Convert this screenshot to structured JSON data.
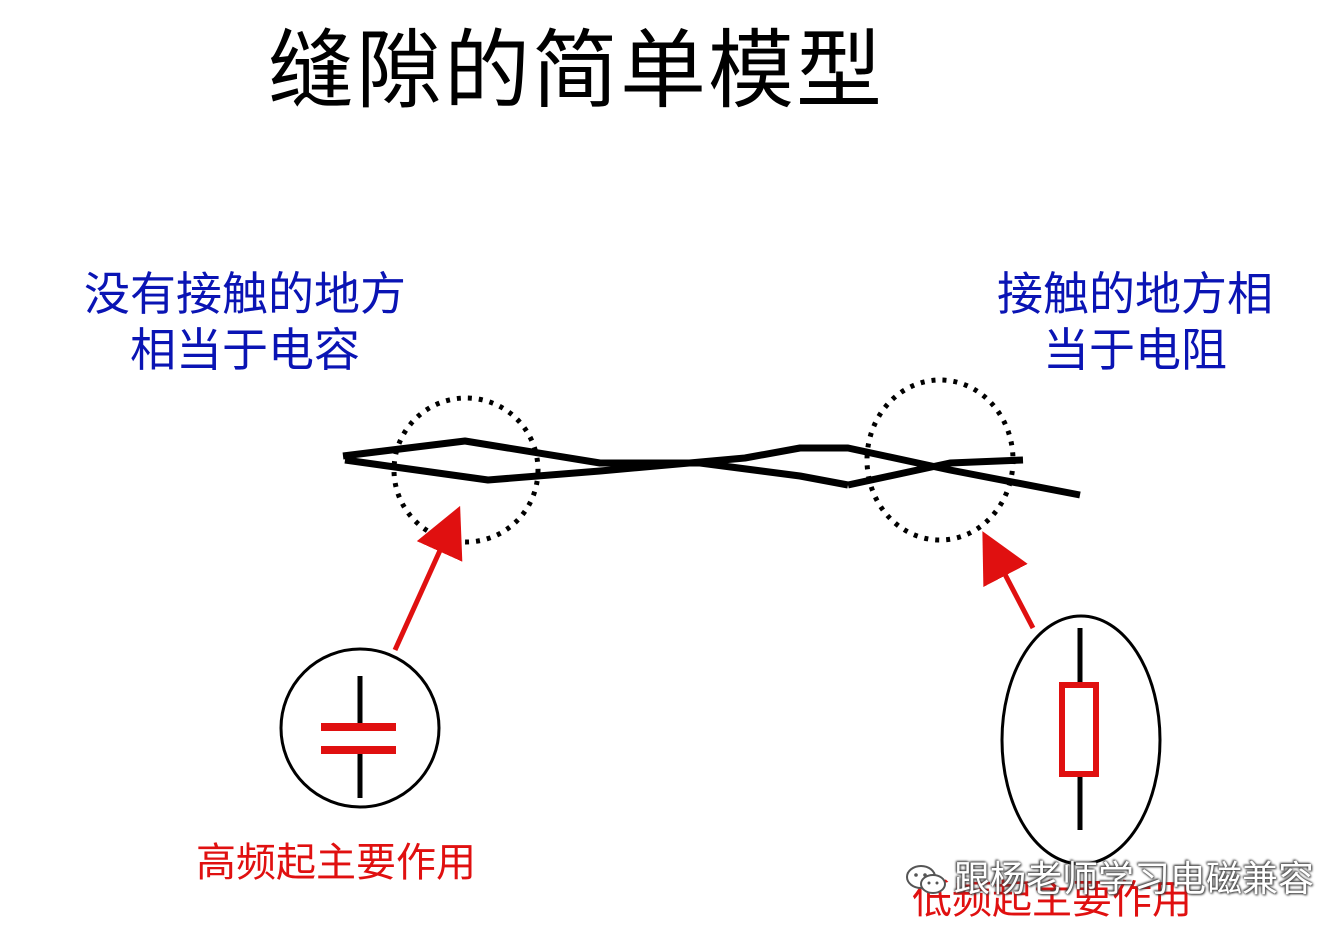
{
  "title": "缝隙的简单模型",
  "left_label": {
    "line1": "没有接触的地方",
    "line2": "相当于电容"
  },
  "right_label": {
    "line1": "接触的地方相",
    "line2": "当于电阻"
  },
  "high_freq_text": "高频起主要作用",
  "low_freq_text": "低频起主要作用",
  "watermark": {
    "icon": "wechat-icon",
    "text": "跟杨老师学习电磁兼容"
  },
  "colors": {
    "title": "#000000",
    "blue_text": "#0a14b4",
    "red": "#e01010",
    "line": "#000000"
  }
}
